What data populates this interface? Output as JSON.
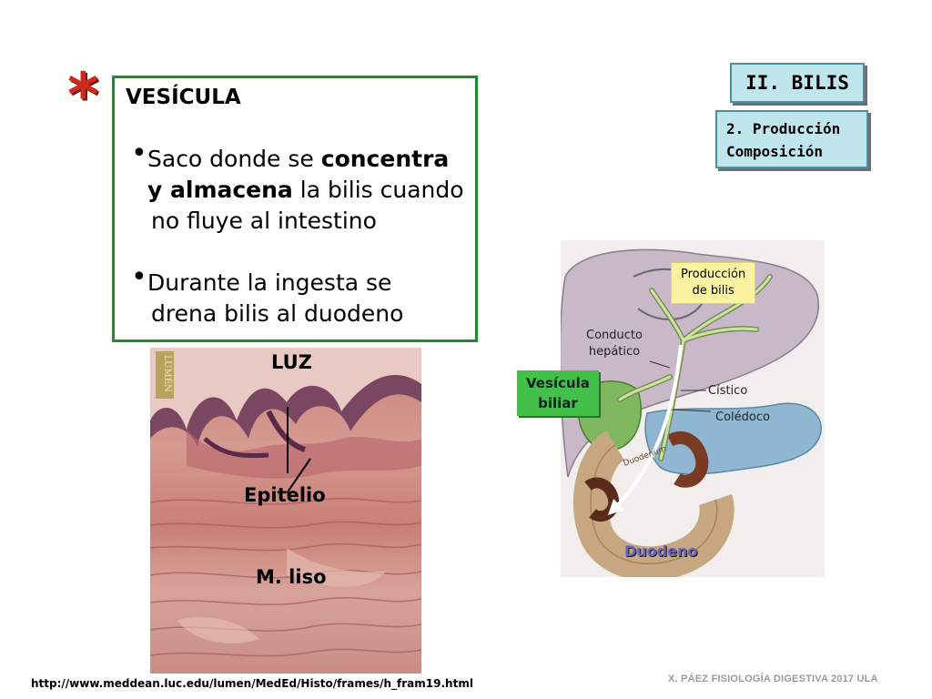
{
  "asterisk": "*",
  "main": {
    "title": "VESÍCULA",
    "bullet1": {
      "pre": "Saco donde se ",
      "bold1": "concentra",
      "bold2": "y almacena",
      "post": " la bilis cuando",
      "line3": "no fluye al intestino"
    },
    "bullet2": {
      "line1": "Durante la ingesta se",
      "line2": "drena bilis al duodeno"
    }
  },
  "section": {
    "title": "II. BILIS",
    "sub1": "2. Producción",
    "sub2": "Composición"
  },
  "histology": {
    "watermark": "LUMEN",
    "labels": {
      "luz": "LUZ",
      "epitelio": "Epitelio",
      "mliso": "M. liso"
    }
  },
  "anatomy": {
    "produccion1": "Producción",
    "produccion2": "de bilis",
    "conducto1": "Conducto",
    "conducto2": "hepático",
    "vesicula1": "Vesícula",
    "vesicula2": "biliar",
    "cistico": "Cístico",
    "coledoco": "Colédoco",
    "duodenum_text": "Duodenum",
    "duodeno": "Duodeno"
  },
  "url": "http://www.meddean.luc.edu/lumen/MedEd/Histo/frames/h_fram19.html",
  "footer": "X. PÁEZ   FISIOLOGÍA DIGESTIVA 2017 ULA",
  "colors": {
    "box_border": "#1f8a2a",
    "asterisk": "#d12a1c",
    "section_bg": "#bfe6ec",
    "bile_path": "#c9e79a"
  }
}
